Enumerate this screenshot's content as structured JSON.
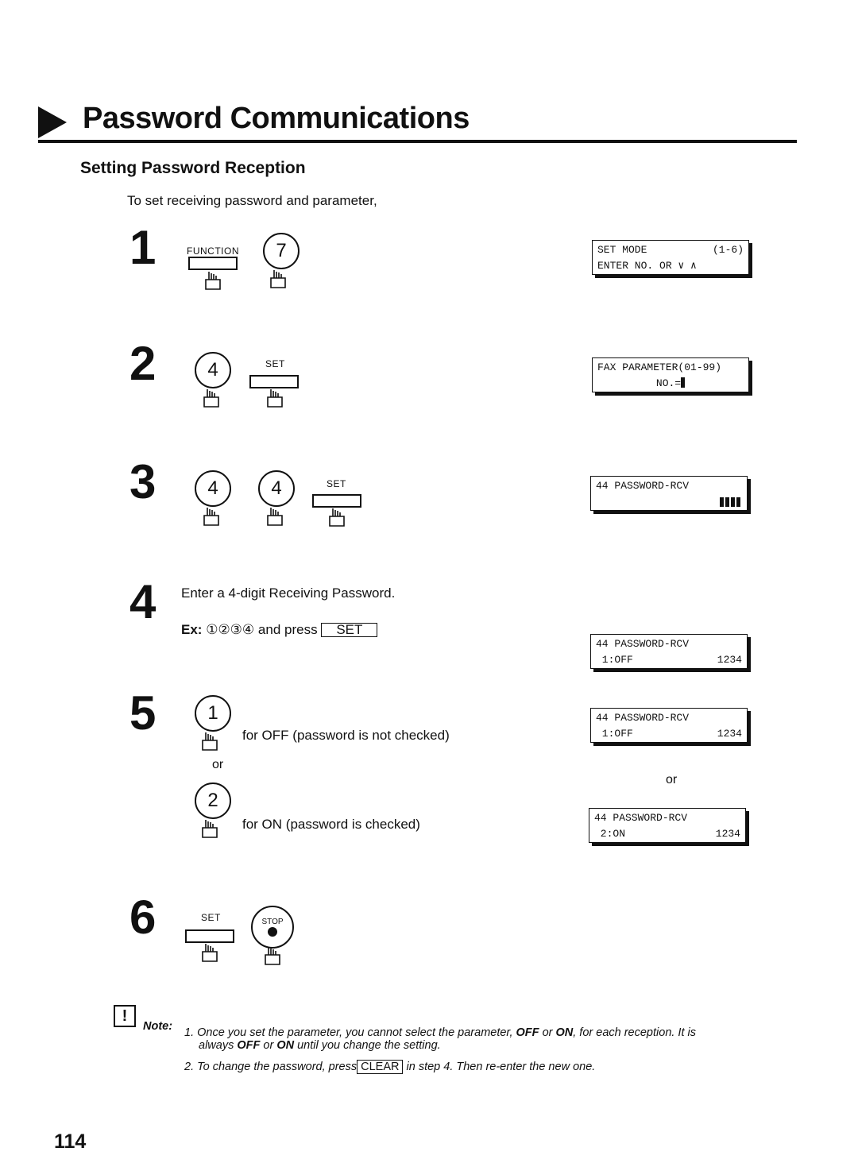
{
  "header": {
    "title": "Password Communications",
    "section": "Setting Password Reception",
    "intro": "To set receiving password and parameter,"
  },
  "keys": {
    "function": "FUNCTION",
    "set": "SET",
    "stop": "STOP",
    "seven": "7",
    "four": "4",
    "one": "1",
    "two": "2"
  },
  "steps": {
    "s1": "1",
    "s2": "2",
    "s3": "3",
    "s4": "4",
    "s5": "5",
    "s6": "6",
    "step4_text": "Enter a 4-digit Receiving Password.",
    "step4_ex_prefix": "Ex:",
    "step4_ex_digits": "①②③④",
    "step4_and_press": "and press",
    "step4_set": "SET",
    "step5_off_text": "for OFF (password is not checked)",
    "step5_on_text": "for ON (password is checked)",
    "or": "or"
  },
  "displays": {
    "d1_l1a": "SET MODE",
    "d1_l1b": "(1-6)",
    "d1_l2": "ENTER NO. OR ∨ ∧",
    "d2_l1": "FAX PARAMETER(01-99)",
    "d2_l2": "NO.=",
    "d3_l1": "44 PASSWORD-RCV",
    "d4_l1": "44 PASSWORD-RCV",
    "d4_l2a": " 1:OFF",
    "d4_l2b": "1234",
    "d5_l1": "44 PASSWORD-RCV",
    "d5_l2a": " 1:OFF",
    "d5_l2b": "1234",
    "or": "or",
    "d6_l1": "44 PASSWORD-RCV",
    "d6_l2a": " 2:ON",
    "d6_l2b": "1234"
  },
  "note": {
    "label": "Note:",
    "n1_num": "1.",
    "n1_a": "Once you set the parameter, you cannot select the parameter,",
    "n1_off": "OFF",
    "n1_b": "or",
    "n1_on": "ON",
    "n1_c": ", for each reception.  It is",
    "n1_d": "always",
    "n1_off2": "OFF",
    "n1_e": "or",
    "n1_on2": "ON",
    "n1_f": "until you change the setting.",
    "n2_num": "2.",
    "n2_a": "To change the password, press",
    "n2_key": "CLEAR",
    "n2_b": "in step 4. Then re-enter the new one."
  },
  "page_number": "114"
}
